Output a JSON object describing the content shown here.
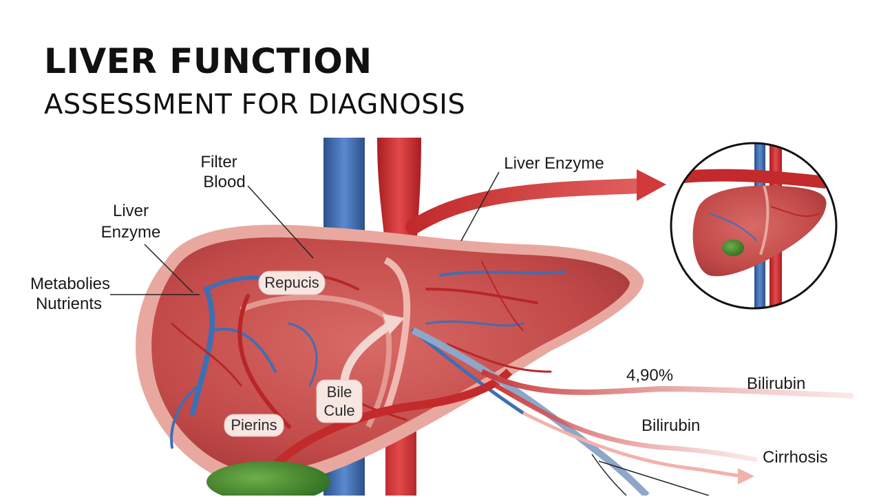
{
  "header": {
    "title": "LIVER FUNCTION",
    "subtitle": "ASSESSMENT FOR DIAGNOSIS"
  },
  "labels": {
    "filter_blood_line1": "Filter",
    "filter_blood_line2": "Blood",
    "liver_enzyme_top": "Liver Enzyme",
    "liver_enzyme_left_line1": "Liver",
    "liver_enzyme_left_line2": "Enzyme",
    "metabolies_line1": "Metabolies",
    "metabolies_line2": "Nutrients",
    "repucis": "Repucis",
    "bile_line1": "Bile",
    "bile_line2": "Cule",
    "pierins": "Pierins",
    "percent": "4,90%",
    "bilirubin_1": "Bilirubin",
    "bilirubin_2": "Bilirubin",
    "cirrhosis": "Cirrhosis"
  },
  "colors": {
    "liver_fill": "#c9504f",
    "liver_rim": "#e79a92",
    "artery": "#c8282b",
    "vein": "#3f6fb2",
    "gallbladder": "#3f7d2a",
    "text": "#111111"
  }
}
